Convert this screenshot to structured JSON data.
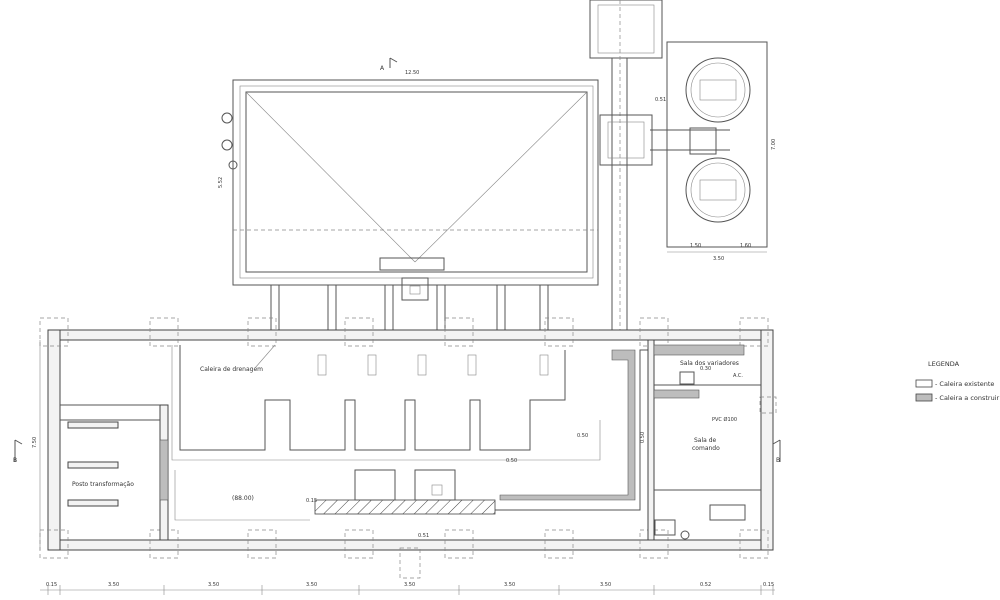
{
  "section_markers": {
    "a": "A",
    "b_left": "B",
    "b_right": "B"
  },
  "rooms": {
    "posto": "Posto transformação",
    "sala_variadores": "Sala dos variadores",
    "sala_comando_1": "Sala de",
    "sala_comando_2": "comando",
    "level": "(88.00)"
  },
  "annotations": {
    "caleira_drenagem": "Caleira de drenagem",
    "pvc": "PVC Ø100",
    "ac": "A.C."
  },
  "legend": {
    "title": "LEGENDA",
    "items": [
      {
        "label": "- Caleira existente",
        "swatch": "#ffffff"
      },
      {
        "label": "- Caleira a construir",
        "swatch": "#bdbdbd"
      }
    ]
  },
  "dimensions": {
    "tank_width": "12.50",
    "tank_height": "5.52",
    "circ_height": "7.00",
    "circ_span": "3.50",
    "circ_a": "1.50",
    "circ_b": "1.60",
    "circ_off": "0.51",
    "wall_a": "0.50",
    "wall_b": "0.50",
    "wall_c": "0.50",
    "wall_d": "0.51",
    "bottom": [
      "0.15",
      "3.50",
      "3.50",
      "3.50",
      "3.50",
      "3.50",
      "3.50",
      "0.52",
      "0.15"
    ],
    "left_vertical": "7.50",
    "small_a": "0.30",
    "small_b": "0.15"
  }
}
